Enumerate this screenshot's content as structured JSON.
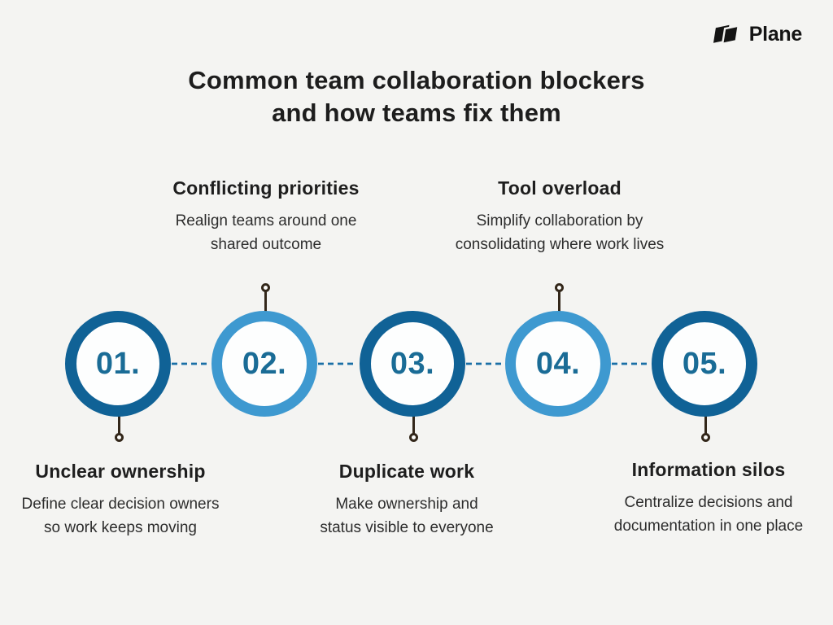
{
  "brand": {
    "name": "Plane"
  },
  "title": {
    "text": "Common team collaboration blockers\nand how teams fix them"
  },
  "steps": [
    {
      "number": "01.",
      "circle_style": "dark",
      "label_position": "bottom",
      "heading": "Unclear ownership",
      "description": "Define clear decision owners\nso work keeps moving"
    },
    {
      "number": "02.",
      "circle_style": "light",
      "label_position": "top",
      "heading": "Conflicting priorities",
      "description": "Realign teams around one\nshared outcome"
    },
    {
      "number": "03.",
      "circle_style": "dark",
      "label_position": "bottom",
      "heading": "Duplicate work",
      "description": "Make ownership and\nstatus visible to everyone"
    },
    {
      "number": "04.",
      "circle_style": "light",
      "label_position": "top",
      "heading": "Tool overload",
      "description": "Simplify collaboration by\nconsolidating where work lives"
    },
    {
      "number": "05.",
      "circle_style": "dark",
      "label_position": "bottom",
      "heading": "Information silos",
      "description": "Centralize decisions and\ndocumentation in one place"
    }
  ],
  "colors": {
    "background": "#f4f4f2",
    "dark_ring": "#106296",
    "light_ring": "#3e99d0",
    "number_text": "#1a6c96",
    "connector": "#1a6fa6",
    "pin": "#33271a",
    "heading_text": "#1e1e1e",
    "body_text": "#2d2d2d",
    "logo": "#141414"
  }
}
